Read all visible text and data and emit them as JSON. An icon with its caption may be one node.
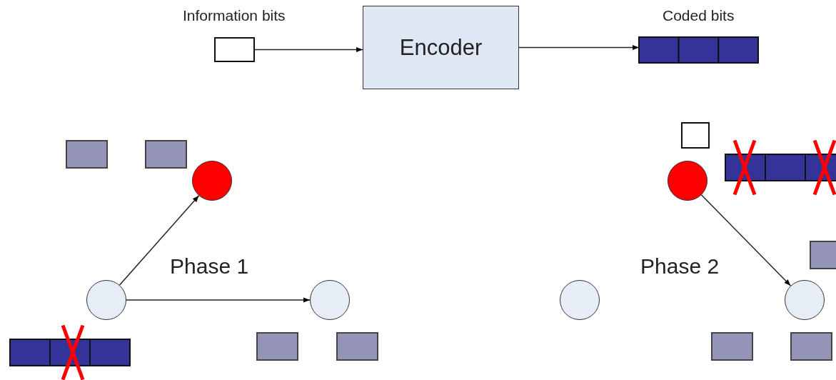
{
  "diagram": {
    "nodes": [
      {
        "text": [
          "Information bits"
        ]
      },
      {
        "text": [
          "Encoder"
        ]
      },
      {
        "text": [
          "Coded bits"
        ]
      },
      {
        "text": [],
        "shape": "circle"
      },
      {
        "text": [],
        "shape": "circle"
      },
      {
        "text": [],
        "shape": "circle"
      },
      {
        "text": [],
        "shape": "circle"
      },
      {
        "text": [],
        "shape": "circle"
      },
      {
        "text": [],
        "shape": "circle"
      },
      {
        "text": [],
        "shape": "bar"
      },
      {
        "text": [],
        "shape": "bar"
      }
    ],
    "edges": [
      {
        "from": 0,
        "to": 1,
        "arrow": "to"
      },
      {
        "from": 1,
        "to": 2,
        "arrow": "to"
      },
      {
        "from": 3,
        "to": 4,
        "arrow": "to"
      },
      {
        "from": 3,
        "to": 5,
        "arrow": "to"
      },
      {
        "from": 7,
        "to": 8,
        "arrow": "to"
      }
    ],
    "labels": [
      "Phase 1",
      "Phase 2"
    ]
  }
}
